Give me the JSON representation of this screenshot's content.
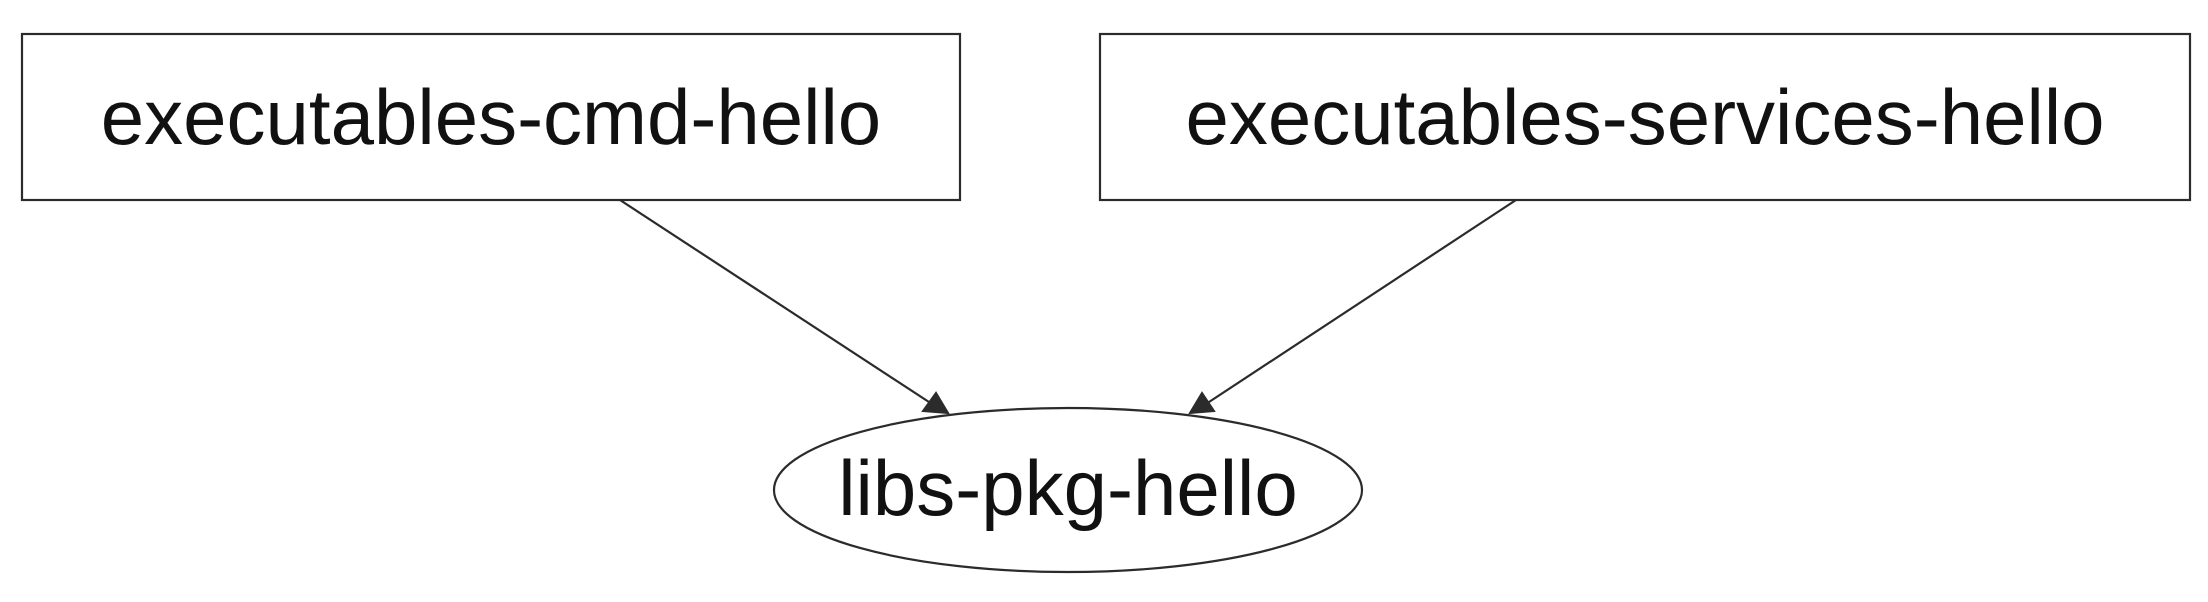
{
  "diagram": {
    "nodes": [
      {
        "id": "executables-cmd-hello",
        "label": "executables-cmd-hello",
        "shape": "box"
      },
      {
        "id": "executables-services-hello",
        "label": "executables-services-hello",
        "shape": "box"
      },
      {
        "id": "libs-pkg-hello",
        "label": "libs-pkg-hello",
        "shape": "ellipse"
      }
    ],
    "edges": [
      {
        "from": "executables-cmd-hello",
        "to": "libs-pkg-hello"
      },
      {
        "from": "executables-services-hello",
        "to": "libs-pkg-hello"
      }
    ],
    "colors": {
      "stroke": "#2b2b2b",
      "text": "#111111",
      "background": "#ffffff"
    }
  }
}
